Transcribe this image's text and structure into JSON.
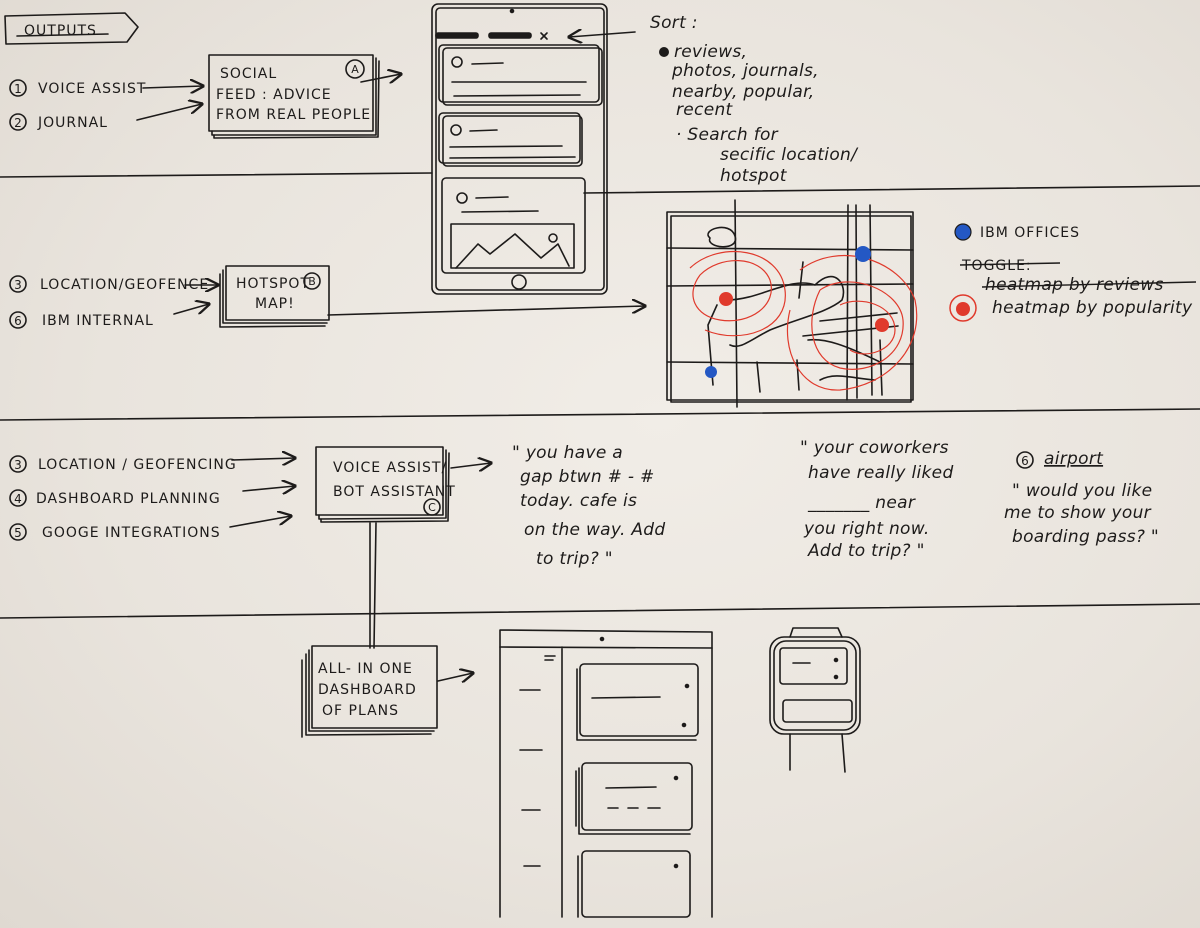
{
  "colors": {
    "ink": "#1d1b1a",
    "ibm_blue": "#2458c4",
    "heat_red": "#e03a2c",
    "paper": "#ede8e1"
  },
  "header": {
    "title": "OUTPUTS"
  },
  "section_a": {
    "inputs": [
      {
        "number": "1",
        "label": "VOICE ASSIST"
      },
      {
        "number": "2",
        "label": "JOURNAL"
      }
    ],
    "box_lines": [
      "SOCIAL",
      "FEED : ADVICE",
      "FROM REAL PEOPLE"
    ],
    "box_badge": "A",
    "notes": [
      "Sort :",
      "reviews,",
      "photos, journals,",
      "nearby, popular,",
      "recent",
      "· Search for",
      "secific location/",
      "hotspot"
    ]
  },
  "section_b": {
    "inputs": [
      {
        "number": "3",
        "label": "LOCATION/GEOFENCE"
      },
      {
        "number": "6",
        "label": "IBM INTERNAL"
      }
    ],
    "box_lines": [
      "HOTSPOT",
      "MAP!"
    ],
    "box_badge": "B",
    "legend": {
      "ibm_offices": "IBM OFFICES",
      "struck_toggle": "TOGGLE:",
      "struck_heatmap_reviews": "heatmap by reviews",
      "heatmap_popularity": "heatmap by popularity"
    }
  },
  "section_c": {
    "inputs": [
      {
        "number": "3",
        "label": "LOCATION / GEOFENCING"
      },
      {
        "number": "4",
        "label": "DASHBOARD PLANNING"
      },
      {
        "number": "5",
        "label": "GOOGE INTEGRATIONS"
      }
    ],
    "box_lines": [
      "VOICE ASSIST/",
      "BOT ASSISTANT"
    ],
    "box_badge": "C",
    "quote1": [
      "\" you have a",
      "gap btwn  #  -  #",
      "today.  cafe   is",
      "on the way.  Add",
      "to trip? \""
    ],
    "quote2": [
      "\" your coworkers",
      "have really liked",
      "_______  near",
      "you right now.",
      "Add to trip? \""
    ],
    "quote3_tag": "airport",
    "quote3_number": "6",
    "quote3": [
      "\" would you like",
      "me to show your",
      "boarding pass? \""
    ]
  },
  "section_d": {
    "box_lines": [
      "ALL- IN ONE",
      "DASHBOARD",
      "OF PLANS"
    ]
  }
}
